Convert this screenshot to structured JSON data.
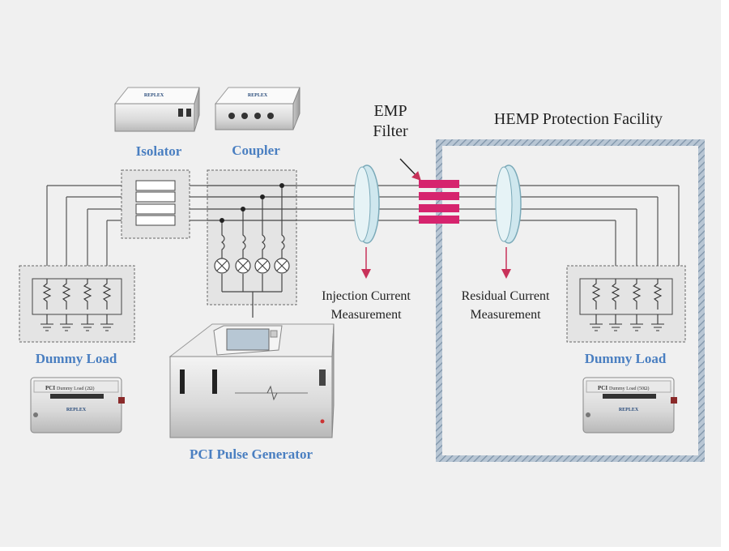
{
  "labels": {
    "isolator": "Isolator",
    "coupler": "Coupler",
    "emp_filter_line1": "EMP",
    "emp_filter_line2": "Filter",
    "facility": "HEMP Protection Facility",
    "injection_line1": "Injection Current",
    "injection_line2": "Measurement",
    "residual_line1": "Residual Current",
    "residual_line2": "Measurement",
    "dummy_load_left": "Dummy Load",
    "dummy_load_right": "Dummy Load",
    "pulse_generator": "PCI Pulse Generator"
  },
  "device_text": {
    "replex": "REPLEX",
    "dummy_left_tag": "PCI",
    "dummy_left_sub": "Dummy Load (2Ω)",
    "dummy_right_tag": "PCI",
    "dummy_right_sub": "Dummy Load (50Ω)"
  },
  "colors": {
    "background": "#f0f0f0",
    "label_blue": "#4a7fc1",
    "filter_magenta": "#d6246e",
    "arrow_red": "#c8325a",
    "probe_fill": "#cfe7ee",
    "hatch_border": "#8aa0b4",
    "box_fill": "#e4e4e4"
  }
}
